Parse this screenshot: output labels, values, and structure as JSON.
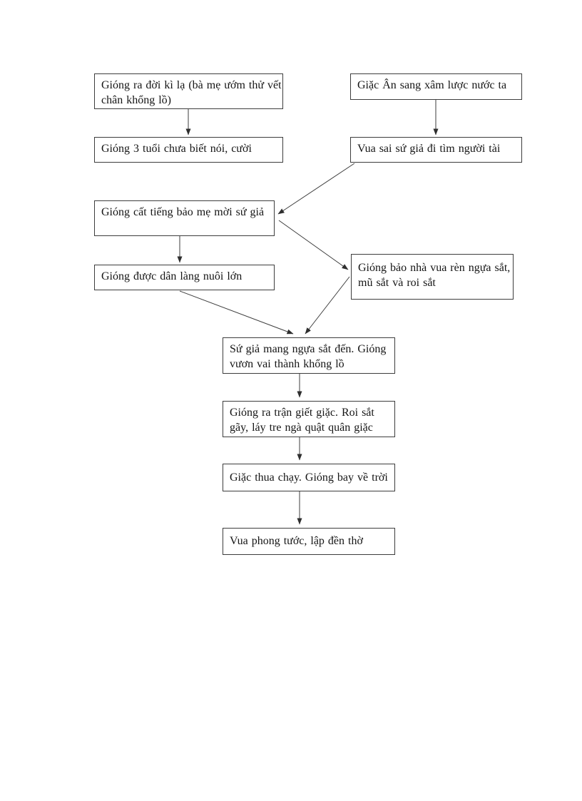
{
  "diagram": {
    "type": "flowchart",
    "colors": {
      "background": "#ffffff",
      "box_border": "#3d3d3d",
      "text": "#151515",
      "arrow": "#3d3d3d"
    },
    "nodes": [
      {
        "id": "giong-born-strangely",
        "text": "Gióng ra đời kì lạ (bà mẹ ướm thử vết chân khổng lồ)",
        "lines": [
          "Gióng ra đời kì lạ (bà mẹ ướm thử vết",
          "chân khổng lồ)"
        ]
      },
      {
        "id": "an-invaders",
        "text": "Giặc Ân sang xâm lược nước ta",
        "lines": [
          "Giặc Ân sang xâm lược nước ta"
        ]
      },
      {
        "id": "giong-three-years-old",
        "text": "Gióng 3 tuổi chưa biết nói, cười",
        "lines": [
          "Gióng 3 tuổi chưa biết nói, cười"
        ]
      },
      {
        "id": "king-sends-envoy",
        "text": "Vua sai sứ giả đi tìm người tài",
        "lines": [
          "Vua sai sứ giả đi tìm người tài"
        ]
      },
      {
        "id": "giong-asks-mother-invite-envoy",
        "text": "Gióng cất tiếng bảo mẹ mời sứ giả",
        "lines": [
          "Gióng cất tiếng bảo mẹ mời sứ giả"
        ]
      },
      {
        "id": "villagers-raise-giong",
        "text": "Gióng được dân làng nuôi lớn",
        "lines": [
          "Gióng được dân làng nuôi lớn"
        ]
      },
      {
        "id": "giong-requests-iron-gear",
        "text": "Gióng bảo nhà vua rèn ngựa sắt, mũ sắt và roi sắt",
        "lines": [
          "Gióng bảo nhà vua rèn ngựa sắt,",
          "mũ sắt và roi sắt"
        ]
      },
      {
        "id": "envoy-brings-iron-horse",
        "text": "Sứ giả mang ngựa sắt đến. Gióng vươn vai thành khổng lồ",
        "lines": [
          "Sứ giả mang ngựa sắt đến. Gióng",
          "vươn vai thành khổng lồ"
        ]
      },
      {
        "id": "giong-fights-enemy",
        "text": "Gióng ra trận giết giặc. Roi sắt gãy, láy tre ngà quật quân giặc",
        "lines": [
          "Gióng ra trận giết giặc. Roi sắt",
          "gãy, láy tre ngà quật quân giặc"
        ]
      },
      {
        "id": "enemy-flees-giong-ascends",
        "text": "Giặc thua chạy. Gióng bay về trời",
        "lines": [
          "Giặc thua chạy. Gióng bay về trời"
        ]
      },
      {
        "id": "king-honors-temple",
        "text": "Vua phong tước, lập đền thờ",
        "lines": [
          "Vua phong tước, lập đền thờ"
        ]
      }
    ],
    "edges": [
      {
        "from": "giong-born-strangely",
        "to": "giong-three-years-old"
      },
      {
        "from": "an-invaders",
        "to": "king-sends-envoy"
      },
      {
        "from": "king-sends-envoy",
        "to": "giong-asks-mother-invite-envoy"
      },
      {
        "from": "giong-asks-mother-invite-envoy",
        "to": "villagers-raise-giong"
      },
      {
        "from": "giong-asks-mother-invite-envoy",
        "to": "giong-requests-iron-gear"
      },
      {
        "from": "villagers-raise-giong",
        "to": "envoy-brings-iron-horse"
      },
      {
        "from": "giong-requests-iron-gear",
        "to": "envoy-brings-iron-horse"
      },
      {
        "from": "envoy-brings-iron-horse",
        "to": "giong-fights-enemy"
      },
      {
        "from": "giong-fights-enemy",
        "to": "enemy-flees-giong-ascends"
      },
      {
        "from": "enemy-flees-giong-ascends",
        "to": "king-honors-temple"
      }
    ]
  }
}
